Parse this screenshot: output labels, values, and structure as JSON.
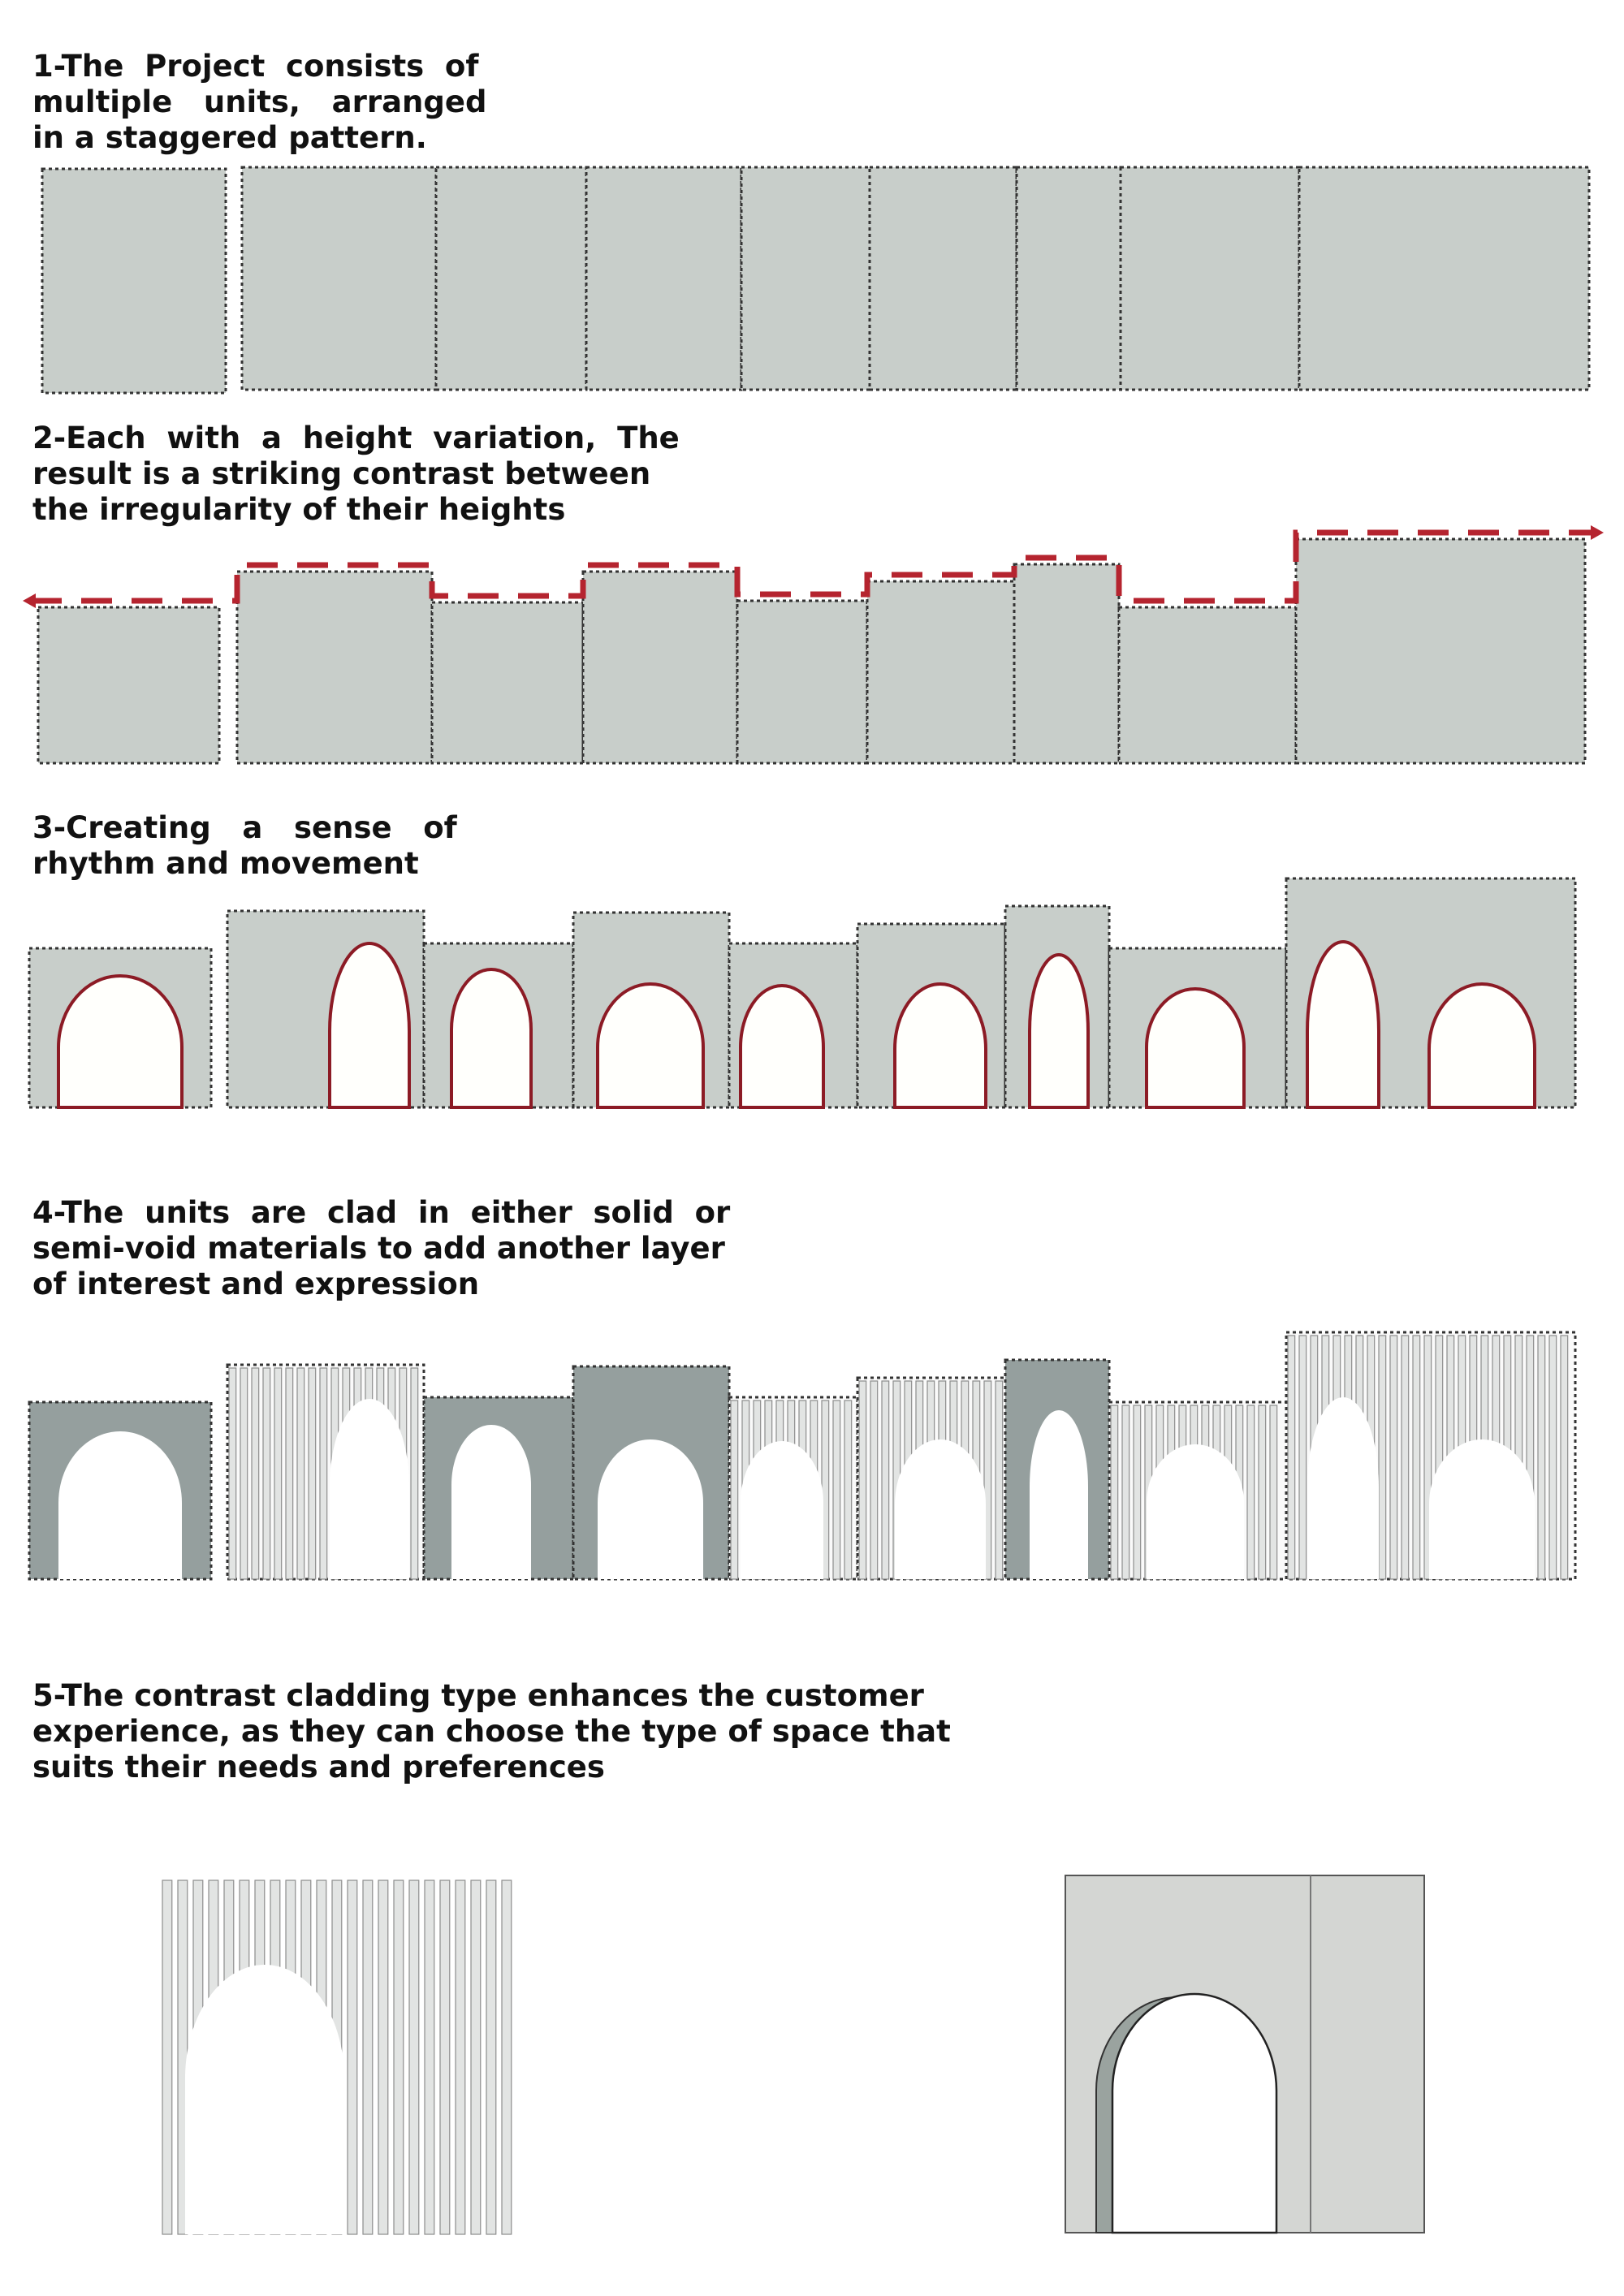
{
  "steps": [
    {
      "number": "1",
      "lines": [
        "1-The  Project  consists  of",
        "multiple   units,   arranged",
        "in a staggered pattern."
      ]
    },
    {
      "number": "2",
      "lines": [
        "2-Each  with  a  height  variation,  The",
        "result is a striking contrast between",
        "the irregularity of their heights"
      ]
    },
    {
      "number": "3",
      "lines": [
        "3-Creating   a   sense   of",
        "rhythm and movement"
      ]
    },
    {
      "number": "4",
      "lines": [
        "4-The  units  are  clad  in  either  solid  or",
        "semi-void materials to add another layer",
        "of interest and expression"
      ]
    },
    {
      "number": "5",
      "lines": [
        "5-The contrast cladding type enhances the customer",
        "experience, as they can choose the type of space that",
        "suits their needs and preferences"
      ]
    }
  ],
  "colors": {
    "unit_fill": "#c8ceca",
    "solid_cladding": "#959f9e",
    "height_profile": "#b5242f",
    "arch_outline": "#8c1b25",
    "arch_fill": "#fffffc",
    "outline": "#333333"
  },
  "units_count": 9,
  "cladding_sequence": [
    "solid",
    "semi-void",
    "solid",
    "solid",
    "semi-void",
    "semi-void",
    "solid",
    "semi-void",
    "semi-void"
  ],
  "examples": [
    {
      "name": "semi-void-unit",
      "cladding": "semi-void"
    },
    {
      "name": "solid-unit",
      "cladding": "solid"
    }
  ]
}
